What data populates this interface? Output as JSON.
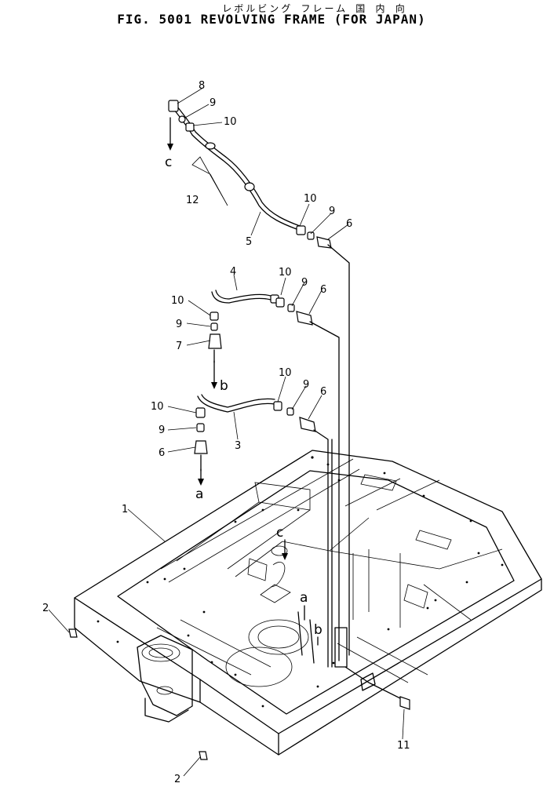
{
  "title": {
    "japanese": "レボルビング フレーム 国 内 向",
    "main": "FIG. 5001 REVOLVING FRAME (FOR JAPAN)"
  },
  "callouts": [
    {
      "key": "c8",
      "text": "8"
    },
    {
      "key": "c9a",
      "text": "9"
    },
    {
      "key": "c10a",
      "text": "10"
    },
    {
      "key": "cC1",
      "text": "c"
    },
    {
      "key": "c12",
      "text": "12"
    },
    {
      "key": "c5",
      "text": "5"
    },
    {
      "key": "c10b",
      "text": "10"
    },
    {
      "key": "c9b",
      "text": "9"
    },
    {
      "key": "c6a",
      "text": "6"
    },
    {
      "key": "c4",
      "text": "4"
    },
    {
      "key": "c10c",
      "text": "10"
    },
    {
      "key": "c9c",
      "text": "9"
    },
    {
      "key": "c6b",
      "text": "6"
    },
    {
      "key": "c10d",
      "text": "10"
    },
    {
      "key": "c9d",
      "text": "9"
    },
    {
      "key": "c7",
      "text": "7"
    },
    {
      "key": "cB1",
      "text": "b"
    },
    {
      "key": "c10e",
      "text": "10"
    },
    {
      "key": "c9e",
      "text": "9"
    },
    {
      "key": "c6c",
      "text": "6"
    },
    {
      "key": "c10f",
      "text": "10"
    },
    {
      "key": "c9f",
      "text": "9"
    },
    {
      "key": "c6d",
      "text": "6"
    },
    {
      "key": "c3",
      "text": "3"
    },
    {
      "key": "cA1",
      "text": "a"
    },
    {
      "key": "c1",
      "text": "1"
    },
    {
      "key": "cC2",
      "text": "c"
    },
    {
      "key": "c2a",
      "text": "2"
    },
    {
      "key": "cA2",
      "text": "a"
    },
    {
      "key": "cB2",
      "text": "b"
    },
    {
      "key": "c11",
      "text": "11"
    },
    {
      "key": "c2b",
      "text": "2"
    }
  ]
}
